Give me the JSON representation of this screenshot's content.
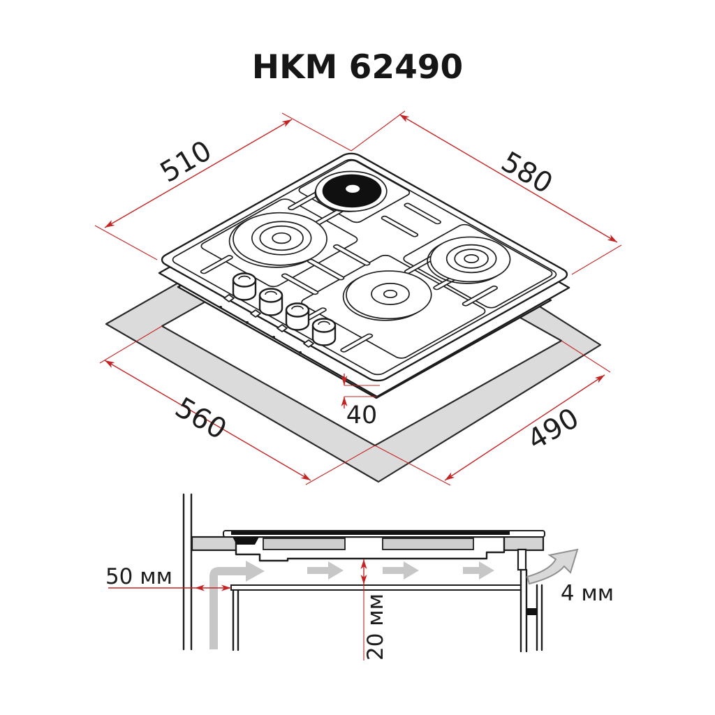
{
  "title": "HKM 62490",
  "colors": {
    "line": "#1c1c1c",
    "dimension_red": "#c42323",
    "cutout_gray": "#dbdbdb",
    "worktop_gray": "#d4d4d4",
    "airflow_gray": "#c7c7c7"
  },
  "isometric_view": {
    "hob_width_mm": "580",
    "hob_depth_mm": "510",
    "cutout_width_mm": "560",
    "cutout_depth_mm": "490",
    "base_recess_mm": "40"
  },
  "section_view": {
    "wall_clearance": "50 мм",
    "under_hob_clearance": "20 мм",
    "worktop_overhang": "4 мм"
  }
}
